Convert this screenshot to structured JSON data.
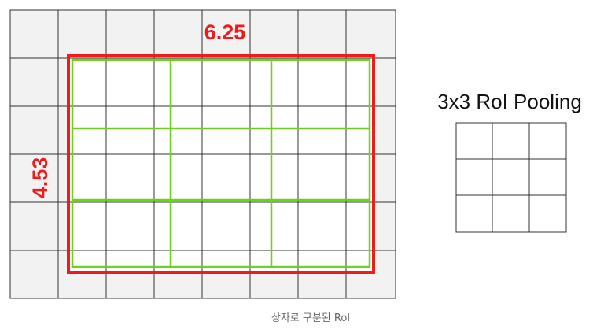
{
  "figure": {
    "roi_width_label": "6.25",
    "roi_height_label": "4.53",
    "pooling_title": "3x3 RoI Pooling",
    "caption": "상자로 구분된 RoI"
  },
  "colors": {
    "grid": "#333333",
    "grid_fill": "#f2f2f2",
    "roi_box": "#ee1c1c",
    "subdivision": "#6fd020",
    "label_text": "#ee1c1c"
  }
}
